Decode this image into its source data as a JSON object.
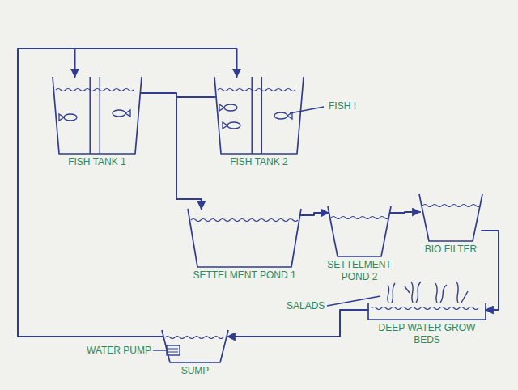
{
  "diagram": {
    "nodes": [
      {
        "text": [
          "FISH TANK 1"
        ]
      },
      {
        "text": [
          "FISH TANK 2"
        ]
      },
      {
        "text": [
          "SETTELMENT POND 1"
        ]
      },
      {
        "text": [
          "SETTELMENT POND 2"
        ]
      },
      {
        "text": [
          "BIO FILTER"
        ]
      },
      {
        "text": [
          "DEEP WATER GROW BEDS"
        ]
      },
      {
        "text": [
          "SUMP"
        ]
      }
    ],
    "edges": [
      {
        "from": 6,
        "to": 0,
        "arrow": "to"
      },
      {
        "from": 6,
        "to": 1,
        "arrow": "to"
      },
      {
        "from": 0,
        "to": 2,
        "arrow": "to"
      },
      {
        "from": 1,
        "to": 2,
        "arrow": "to"
      },
      {
        "from": 2,
        "to": 3,
        "arrow": "to"
      },
      {
        "from": 3,
        "to": 4,
        "arrow": "to"
      },
      {
        "from": 4,
        "to": 5,
        "arrow": "to"
      },
      {
        "from": 5,
        "to": 6,
        "arrow": "to"
      }
    ],
    "labels": [
      "FISH !",
      "SALADS",
      "WATER PUMP"
    ]
  }
}
